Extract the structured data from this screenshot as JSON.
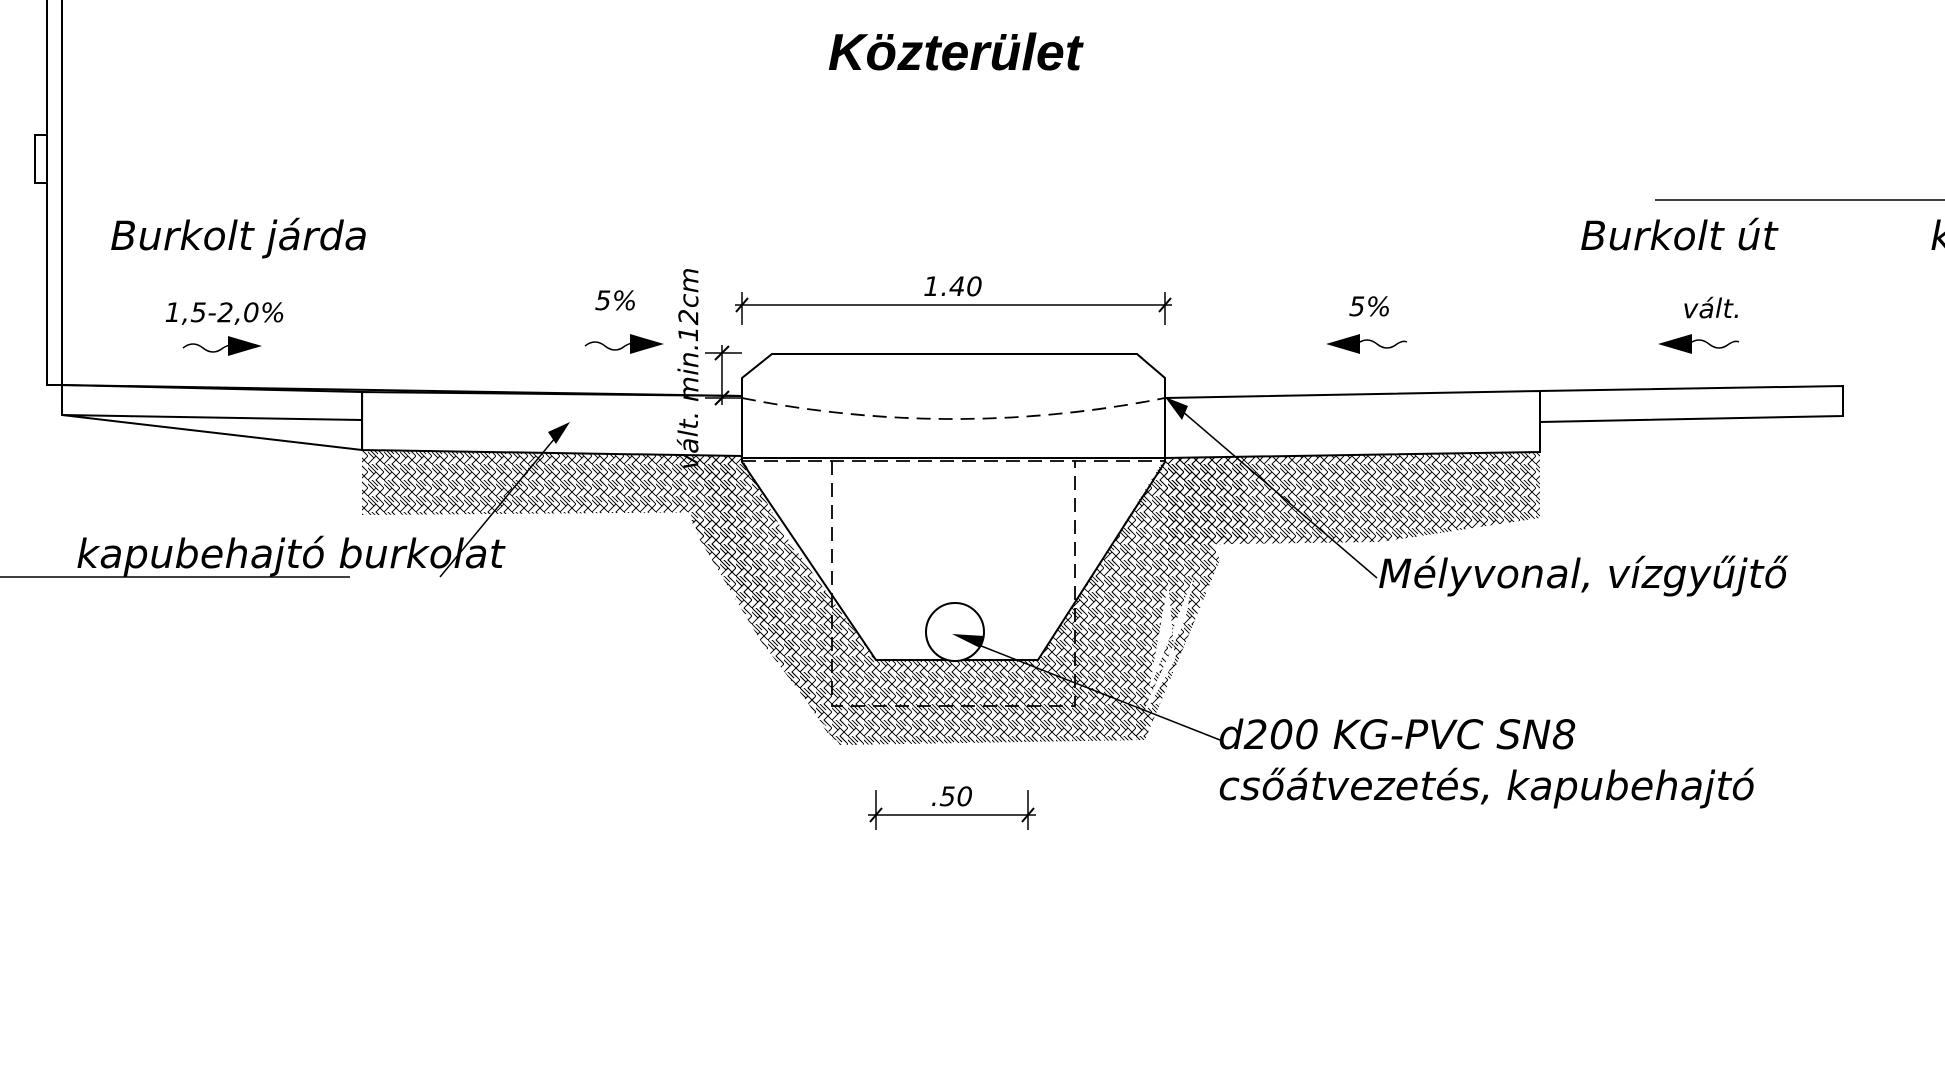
{
  "title": "Közterület",
  "labels": {
    "sidewalk": "Burkolt járda",
    "road": "Burkolt út",
    "road_edge_cut": "k",
    "driveway_surface": "kapubehajtó burkolat",
    "ditch": "Mélyvonal, vízgyűjtő",
    "pipe_line1": "d200 KG-PVC SN8",
    "pipe_line2": "csőátvezetés, kapubehajtó"
  },
  "slopes": {
    "sidewalk": "1,5-2,0%",
    "left_of_culvert": "5%",
    "right_of_culvert": "5%",
    "road": "vált."
  },
  "dimensions": {
    "top_width": "1.40",
    "bottom_width": ".50",
    "depth_note": "vált. min.12cm"
  },
  "colors": {
    "line": "#000000",
    "background": "#ffffff"
  },
  "icons": {
    "flow_arrow": "wavy-arrow",
    "leader_arrow": "filled-arrowhead"
  }
}
